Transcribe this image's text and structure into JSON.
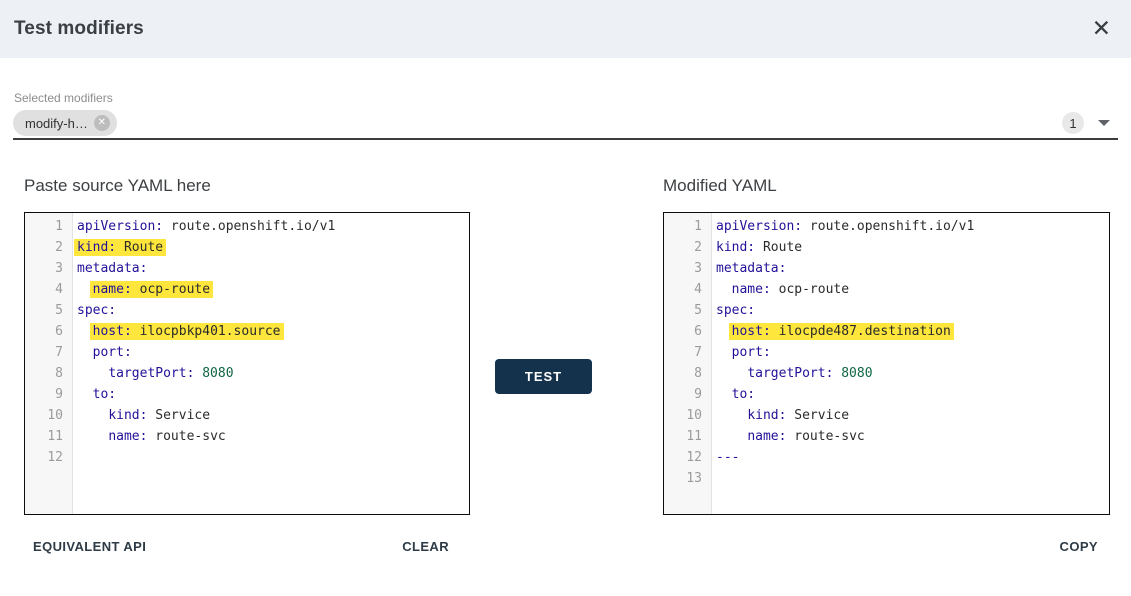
{
  "modal": {
    "title": "Test modifiers",
    "close_icon": "✕"
  },
  "selected_modifiers": {
    "label": "Selected modifiers",
    "chip": {
      "label": "modify-h…",
      "remove_icon": "✕"
    },
    "count_badge": "1",
    "dropdown_icon": "chevron-down"
  },
  "editors": {
    "source": {
      "title": "Paste source YAML here",
      "lines": [
        {
          "n": "1",
          "indent": "",
          "hl": false,
          "tokens": [
            {
              "t": "key",
              "v": "apiVersion:"
            },
            {
              "t": "plain",
              "v": " route.openshift.io/v1"
            }
          ]
        },
        {
          "n": "2",
          "indent": "",
          "hl": true,
          "tokens": [
            {
              "t": "key",
              "v": "kind:"
            },
            {
              "t": "plain",
              "v": " Route"
            }
          ]
        },
        {
          "n": "3",
          "indent": "",
          "hl": false,
          "tokens": [
            {
              "t": "key",
              "v": "metadata:"
            }
          ]
        },
        {
          "n": "4",
          "indent": "  ",
          "hl": true,
          "tokens": [
            {
              "t": "key",
              "v": "name:"
            },
            {
              "t": "plain",
              "v": " ocp-route"
            }
          ]
        },
        {
          "n": "5",
          "indent": "",
          "hl": false,
          "tokens": [
            {
              "t": "key",
              "v": "spec:"
            }
          ]
        },
        {
          "n": "6",
          "indent": "  ",
          "hl": true,
          "tokens": [
            {
              "t": "key",
              "v": "host:"
            },
            {
              "t": "plain",
              "v": " ilocpbkp401.source"
            }
          ]
        },
        {
          "n": "7",
          "indent": "  ",
          "hl": false,
          "tokens": [
            {
              "t": "key",
              "v": "port:"
            }
          ]
        },
        {
          "n": "8",
          "indent": "    ",
          "hl": false,
          "tokens": [
            {
              "t": "key",
              "v": "targetPort:"
            },
            {
              "t": "plain",
              "v": " "
            },
            {
              "t": "number",
              "v": "8080"
            }
          ]
        },
        {
          "n": "9",
          "indent": "  ",
          "hl": false,
          "tokens": [
            {
              "t": "key",
              "v": "to:"
            }
          ]
        },
        {
          "n": "10",
          "indent": "    ",
          "hl": false,
          "tokens": [
            {
              "t": "key",
              "v": "kind:"
            },
            {
              "t": "plain",
              "v": " Service"
            }
          ]
        },
        {
          "n": "11",
          "indent": "    ",
          "hl": false,
          "tokens": [
            {
              "t": "key",
              "v": "name:"
            },
            {
              "t": "plain",
              "v": " route-svc"
            }
          ]
        },
        {
          "n": "12",
          "indent": "",
          "hl": false,
          "tokens": []
        }
      ]
    },
    "modified": {
      "title": "Modified YAML",
      "lines": [
        {
          "n": "1",
          "indent": "",
          "hl": false,
          "tokens": [
            {
              "t": "key",
              "v": "apiVersion:"
            },
            {
              "t": "plain",
              "v": " route.openshift.io/v1"
            }
          ]
        },
        {
          "n": "2",
          "indent": "",
          "hl": false,
          "tokens": [
            {
              "t": "key",
              "v": "kind:"
            },
            {
              "t": "plain",
              "v": " Route"
            }
          ]
        },
        {
          "n": "3",
          "indent": "",
          "hl": false,
          "tokens": [
            {
              "t": "key",
              "v": "metadata:"
            }
          ]
        },
        {
          "n": "4",
          "indent": "  ",
          "hl": false,
          "tokens": [
            {
              "t": "key",
              "v": "name:"
            },
            {
              "t": "plain",
              "v": " ocp-route"
            }
          ]
        },
        {
          "n": "5",
          "indent": "",
          "hl": false,
          "tokens": [
            {
              "t": "key",
              "v": "spec:"
            }
          ]
        },
        {
          "n": "6",
          "indent": "  ",
          "hl": true,
          "tokens": [
            {
              "t": "key",
              "v": "host:"
            },
            {
              "t": "plain",
              "v": " ilocpde487.destination"
            }
          ]
        },
        {
          "n": "7",
          "indent": "  ",
          "hl": false,
          "tokens": [
            {
              "t": "key",
              "v": "port:"
            }
          ]
        },
        {
          "n": "8",
          "indent": "    ",
          "hl": false,
          "tokens": [
            {
              "t": "key",
              "v": "targetPort:"
            },
            {
              "t": "plain",
              "v": " "
            },
            {
              "t": "number",
              "v": "8080"
            }
          ]
        },
        {
          "n": "9",
          "indent": "  ",
          "hl": false,
          "tokens": [
            {
              "t": "key",
              "v": "to:"
            }
          ]
        },
        {
          "n": "10",
          "indent": "    ",
          "hl": false,
          "tokens": [
            {
              "t": "key",
              "v": "kind:"
            },
            {
              "t": "plain",
              "v": " Service"
            }
          ]
        },
        {
          "n": "11",
          "indent": "    ",
          "hl": false,
          "tokens": [
            {
              "t": "key",
              "v": "name:"
            },
            {
              "t": "plain",
              "v": " route-svc"
            }
          ]
        },
        {
          "n": "12",
          "indent": "",
          "hl": false,
          "tokens": [
            {
              "t": "meta",
              "v": "---"
            }
          ]
        },
        {
          "n": "13",
          "indent": "",
          "hl": false,
          "tokens": []
        }
      ]
    }
  },
  "actions": {
    "test": "TEST",
    "equivalent_api": "EQUIVALENT API",
    "clear": "CLEAR",
    "copy": "COPY"
  },
  "colors": {
    "header_bg": "#edf0f5",
    "test_button_bg": "#15324d",
    "highlight": "#ffe63c",
    "yaml_key": "#221199",
    "yaml_number": "#116644",
    "underline": "#3d3d3d"
  }
}
